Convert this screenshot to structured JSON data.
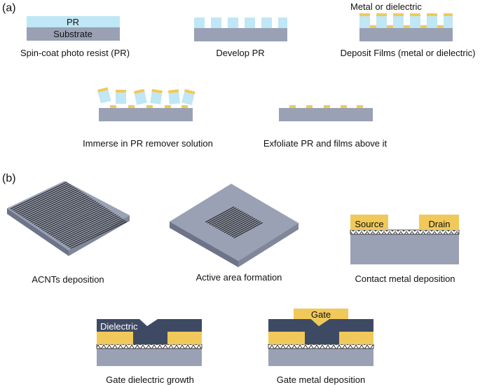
{
  "panel_a": {
    "label": "(a)",
    "steps": [
      {
        "caption": "Spin-coat photo resist (PR)",
        "layer_top": "PR",
        "layer_bottom": "Substrate"
      },
      {
        "caption": "Develop PR"
      },
      {
        "caption": "Deposit Films  (metal  or  dielectric)",
        "callout": "Metal or dielectric"
      },
      {
        "caption": "Immerse in PR remover solution"
      },
      {
        "caption": "Exfoliate PR and films above it"
      }
    ]
  },
  "panel_b": {
    "label": "(b)",
    "steps": [
      {
        "caption": "ACNTs deposition"
      },
      {
        "caption": "Active area formation"
      },
      {
        "caption": "Contact metal deposition",
        "source": "Source",
        "drain": "Drain"
      },
      {
        "caption": "Gate dielectric growth",
        "dielectric": "Dielectric"
      },
      {
        "caption": "Gate metal deposition",
        "gate": "Gate"
      }
    ]
  },
  "colors": {
    "substrate": "#9aa1b5",
    "substrate_dark": "#6d7388",
    "photoresist": "#bfe7f5",
    "metal": "#f0c95a",
    "dielectric": "#3e4a63",
    "cnt": "#2a2a2a"
  }
}
